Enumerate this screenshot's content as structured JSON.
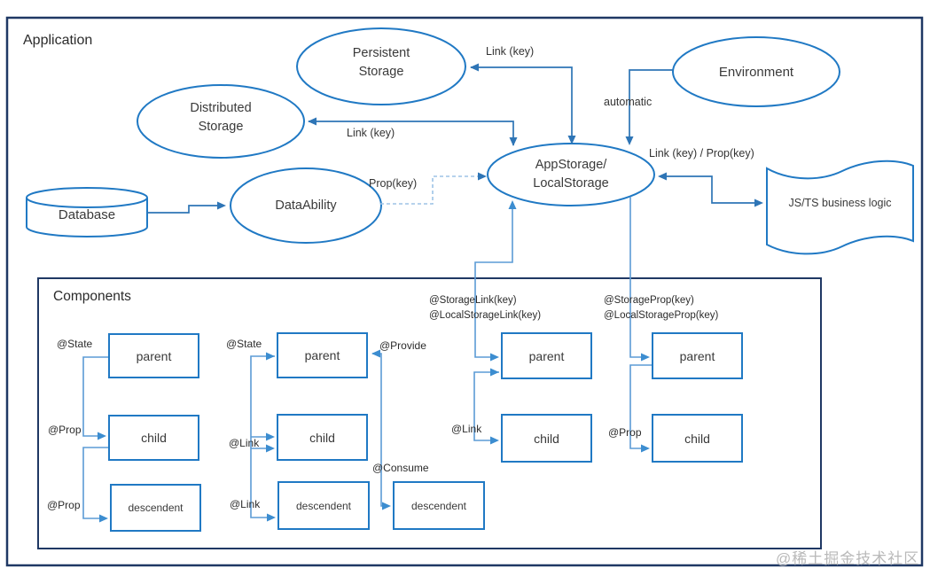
{
  "application": {
    "title": "Application",
    "watermark": "@稀土掘金技术社区"
  },
  "nodes": {
    "persistent_storage": {
      "line1": "Persistent",
      "line2": "Storage"
    },
    "distributed_storage": {
      "line1": "Distributed",
      "line2": "Storage"
    },
    "environment": "Environment",
    "database": "Database",
    "data_ability": "DataAbility",
    "app_storage": {
      "line1": "AppStorage/",
      "line2": "LocalStorage"
    },
    "business_logic": "JS/TS business logic"
  },
  "edges": {
    "persistent_link": "Link (key)",
    "distributed_link": "Link (key)",
    "environment_automatic": "automatic",
    "dataability_prop": "Prop(key)",
    "business_link_prop": "Link (key) / Prop(key)"
  },
  "components": {
    "title": "Components",
    "group1": {
      "state": "@State",
      "prop_child": "@Prop",
      "prop_desc": "@Prop",
      "parent": "parent",
      "child": "child",
      "descendent": "descendent"
    },
    "group2": {
      "state": "@State",
      "link_child": "@Link",
      "link_desc": "@Link",
      "provide": "@Provide",
      "consume": "@Consume",
      "parent": "parent",
      "child": "child",
      "descendent": "descendent",
      "consume_descendent": "descendent"
    },
    "group3": {
      "annotation1": "@StorageLink(key)",
      "annotation2": "@LocalStorageLink(key)",
      "link": "@Link",
      "parent": "parent",
      "child": "child"
    },
    "group4": {
      "annotation1": "@StorageProp(key)",
      "annotation2": "@LocalStorageProp(key)",
      "prop": "@Prop",
      "parent": "parent",
      "child": "child"
    }
  },
  "colors": {
    "shape_stroke": "#2079c4",
    "top_connector": "#2e75b6",
    "component_connector": "#5b9bd5",
    "arrow_fill": "#3c8dd0",
    "dashed_connector": "#9dc3e6",
    "frame_navy": "#1f3864",
    "watermark_gray": "#b9b9b9"
  }
}
